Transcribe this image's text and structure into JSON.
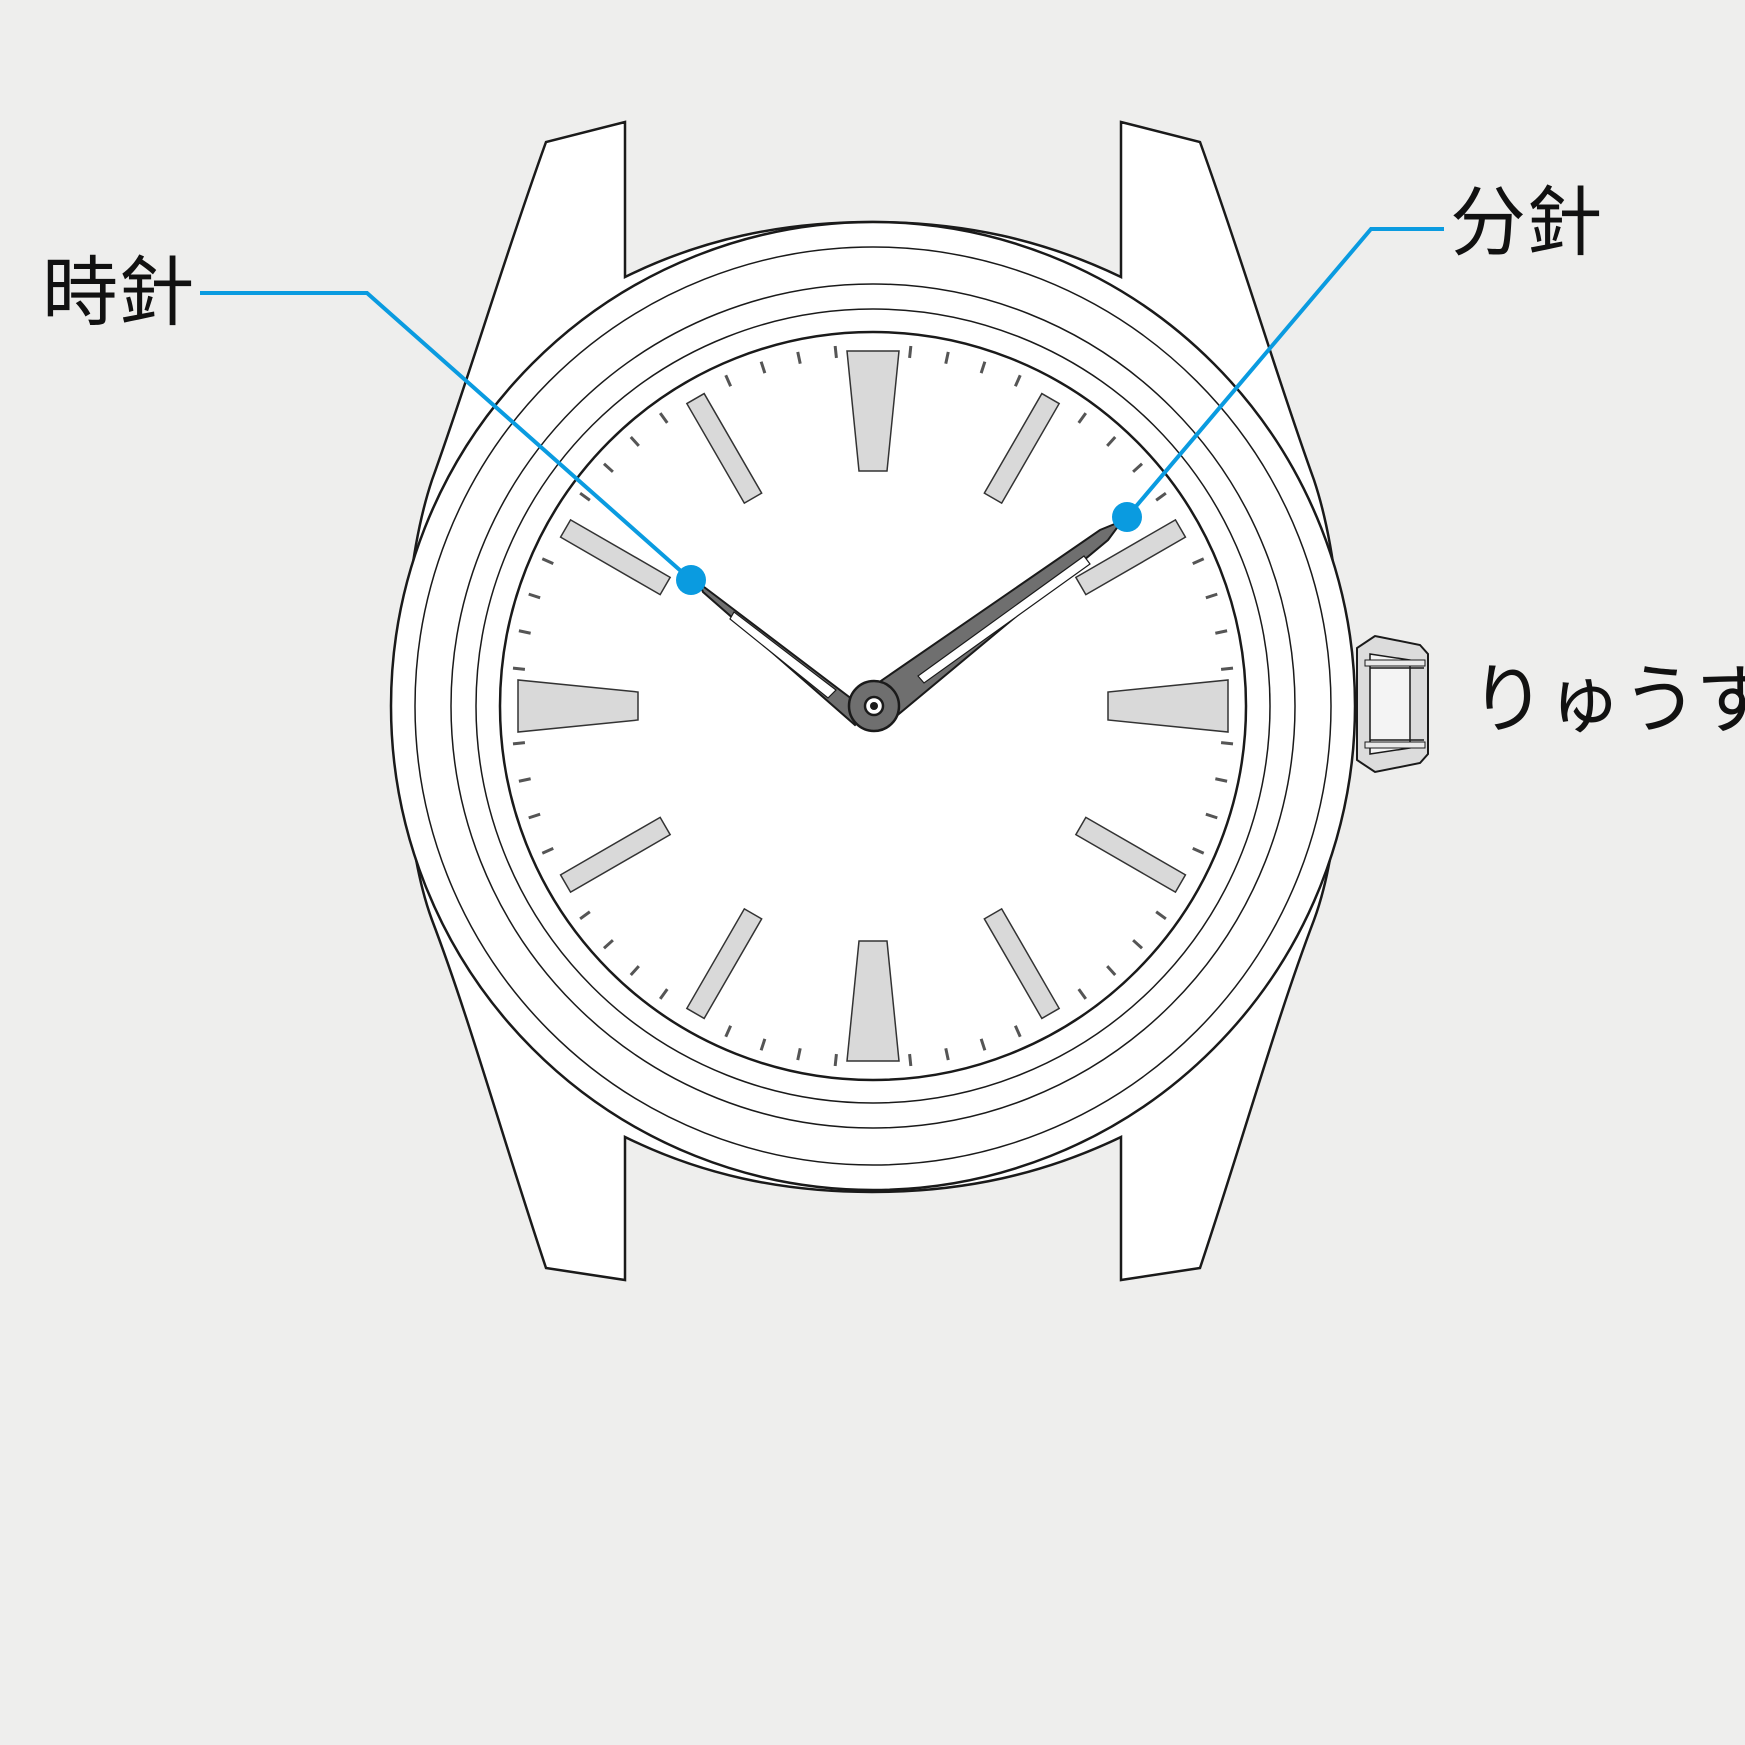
{
  "labels": {
    "hour_hand": "時針",
    "minute_hand": "分針",
    "crown": "りゅうず"
  },
  "colors": {
    "background": "#eeeeed",
    "outline": "#1a1a1a",
    "leader": "#0a9be0",
    "index_fill": "#d9d9d9",
    "hand_fill": "#6f6f6f"
  }
}
